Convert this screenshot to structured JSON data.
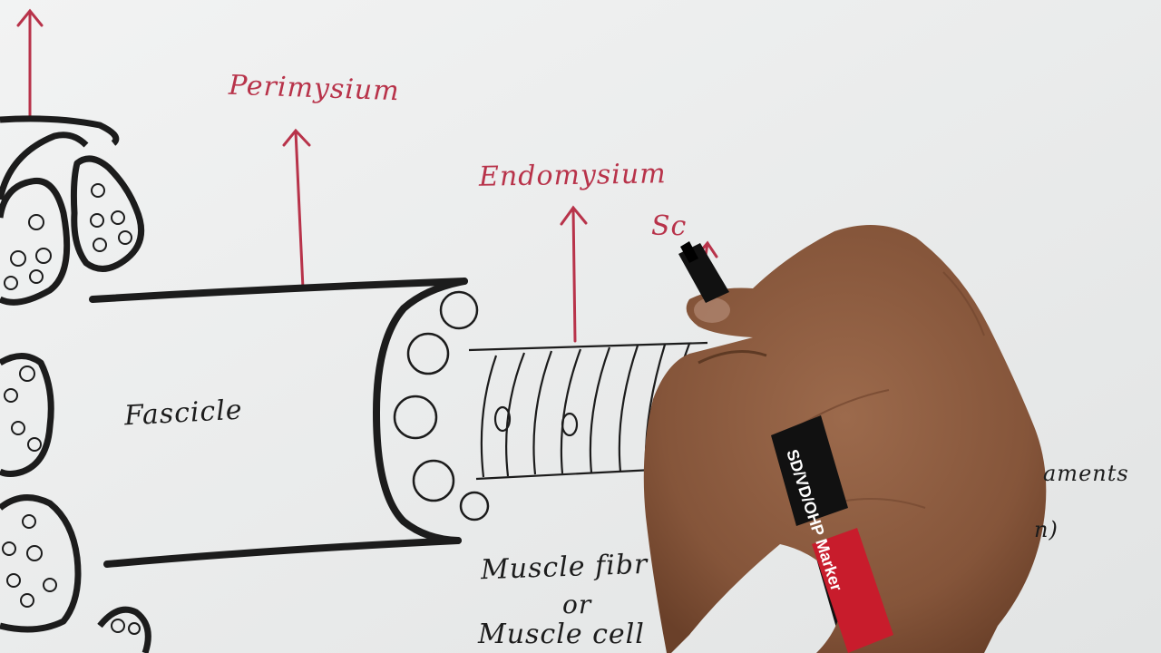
{
  "labels": {
    "perimysium": "Perimysium",
    "endomysium": "Endomysium",
    "partial_sc": "Sc",
    "fascicle": "Fascicle",
    "muscle_fibre": "Muscle fibr",
    "or": "or",
    "muscle_cell": "Muscle cell",
    "aments": "aments",
    "partial_paren": "n)"
  },
  "marker_brand": "SD/VD/OHP Marker",
  "colors": {
    "paper": "#eceeee",
    "ink": "#1c1c1c",
    "label_red": "#b8334a",
    "skin": "#8a5a3e"
  }
}
